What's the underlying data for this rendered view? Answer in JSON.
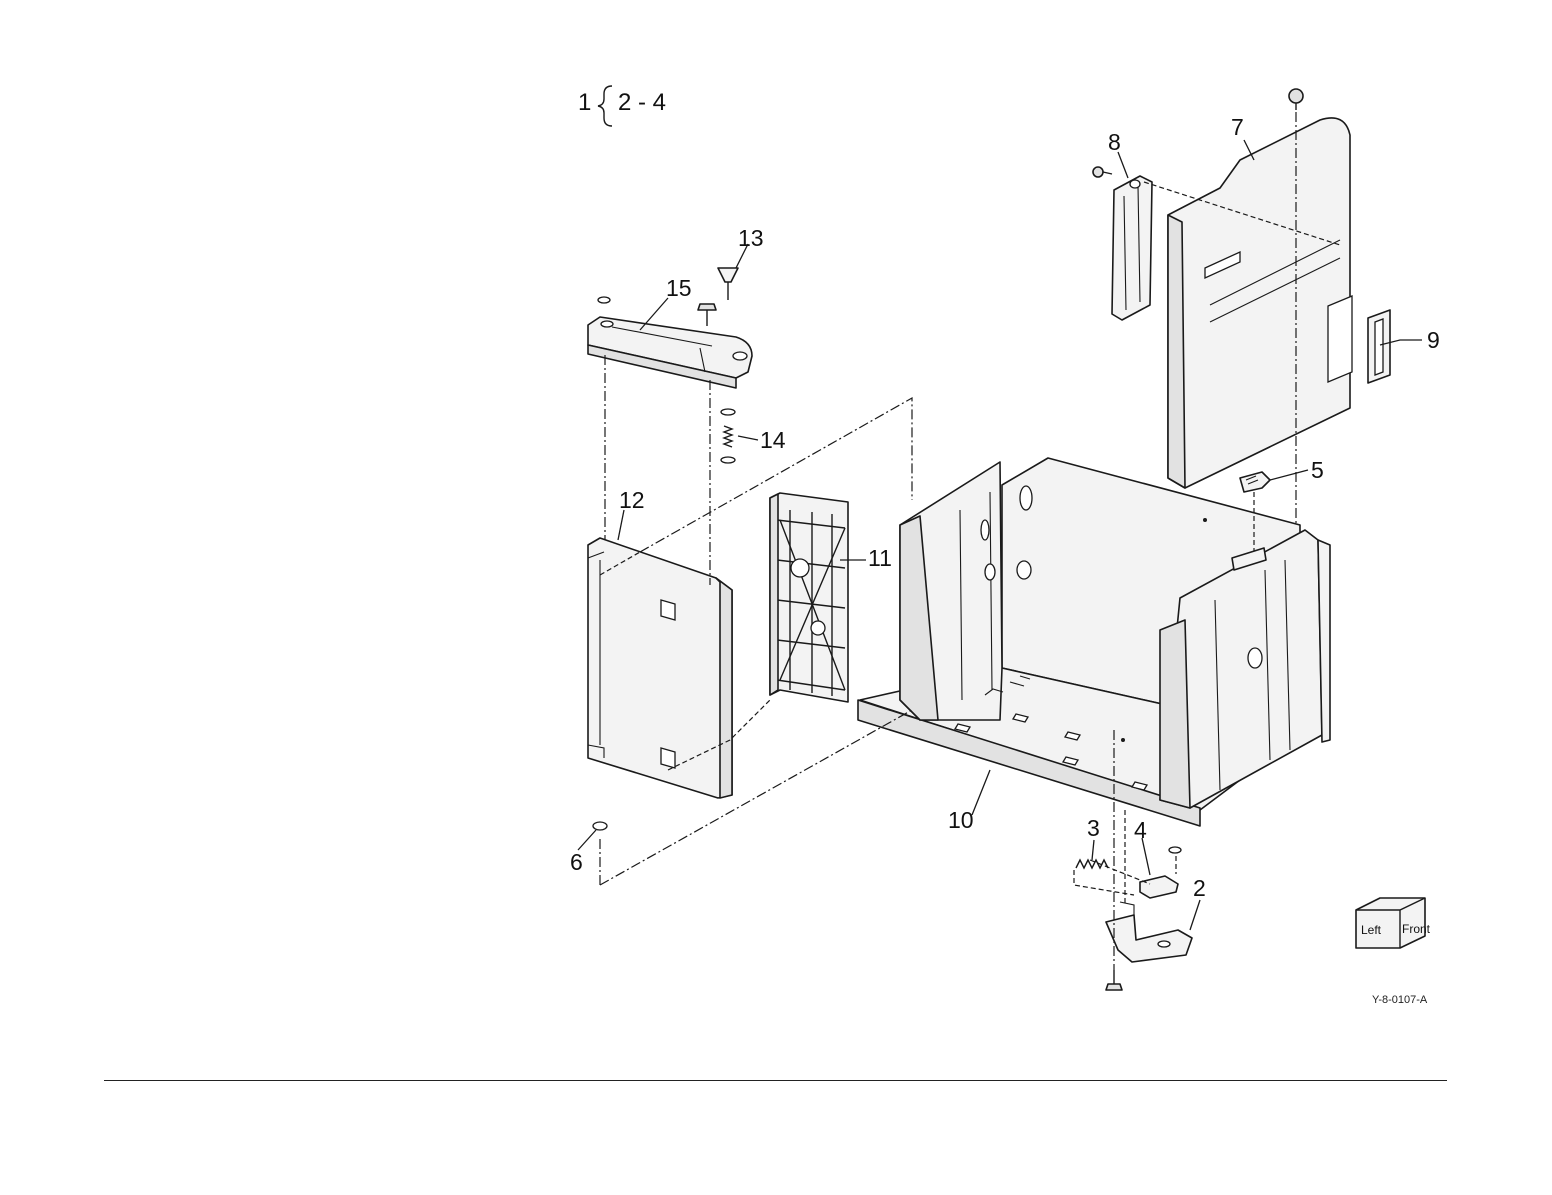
{
  "group_note": {
    "assembly": "1",
    "range": "2 - 4"
  },
  "callouts": [
    "1",
    "2",
    "3",
    "4",
    "5",
    "6",
    "7",
    "8",
    "9",
    "10",
    "11",
    "12",
    "13",
    "14",
    "15"
  ],
  "orientation_cube": {
    "left_label": "Left",
    "front_label": "Front"
  },
  "figure_id": "Y-8-0107-A"
}
